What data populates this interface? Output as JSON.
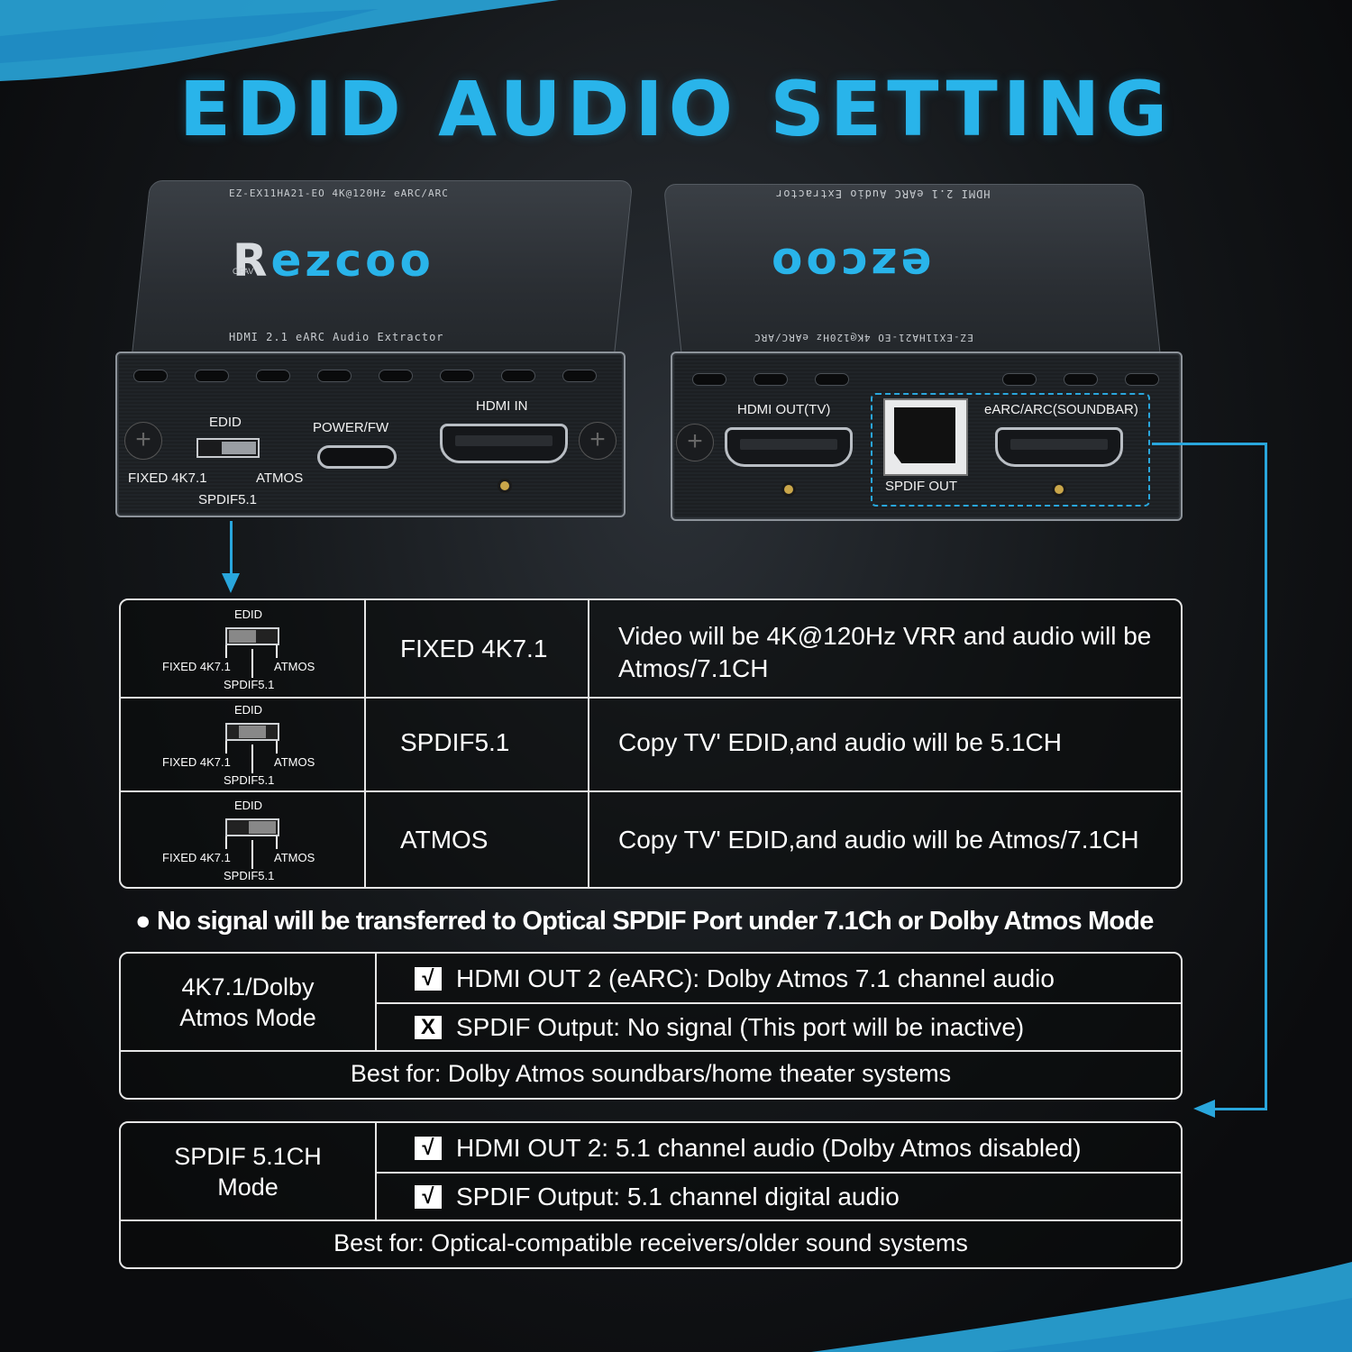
{
  "title": "EDID AUDIO SETTING",
  "colors": {
    "accent": "#29b4ea",
    "background": "#0e0f11",
    "border": "#e6e6e6"
  },
  "device_left": {
    "model_line": "EZ-EX11HA21-EO   4K@120Hz   eARC/ARC",
    "brand": "ezcoo",
    "brand_prefix": "R",
    "brand_sub": "OFAV",
    "product_line": "HDMI 2.1 eARC Audio Extractor",
    "edid_label": "EDID",
    "fixed_label": "FIXED 4K7.1",
    "atmos_label": "ATMOS",
    "spdif_label": "SPDIF5.1",
    "power_label": "POWER/FW",
    "hdmi_in_label": "HDMI IN"
  },
  "device_right": {
    "model_line_flipped": "HDMI 2.1 eARC Audio Extractor",
    "model_line_bottom": "EZ-EX11HA21-EO   4K@120Hz   eARC/ARC",
    "brand": "ezcoo",
    "hdmi_out_label": "HDMI OUT(TV)",
    "earc_label": "eARC/ARC(SOUNDBAR)",
    "spdif_out_label": "SPDIF OUT"
  },
  "edid_table": {
    "rows": [
      {
        "switch_label": "EDID",
        "left": "FIXED 4K7.1",
        "right": "ATMOS",
        "bottom": "SPDIF5.1",
        "mode": "FIXED 4K7.1",
        "knob": "left",
        "description": "Video will be 4K@120Hz VRR and audio will be Atmos/7.1CH"
      },
      {
        "switch_label": "EDID",
        "left": "FIXED 4K7.1",
        "right": "ATMOS",
        "bottom": "SPDIF5.1",
        "mode": "SPDIF5.1",
        "knob": "middle",
        "description": "Copy TV' EDID,and audio will be 5.1CH"
      },
      {
        "switch_label": "EDID",
        "left": "FIXED 4K7.1",
        "right": "ATMOS",
        "bottom": "SPDIF5.1",
        "mode": "ATMOS",
        "knob": "right",
        "description": "Copy TV' EDID,and audio will be Atmos/7.1CH"
      }
    ]
  },
  "note": "● No signal will be transferred to Optical SPDIF Port under 7.1Ch or Dolby Atmos Mode",
  "mode_tables": [
    {
      "title_line1": "4K7.1/Dolby",
      "title_line2": "Atmos Mode",
      "features": [
        {
          "mark": "√",
          "text": "HDMI OUT 2 (eARC): Dolby Atmos 7.1 channel audio"
        },
        {
          "mark": "X",
          "text": "SPDIF Output: No signal (This port will be inactive)"
        }
      ],
      "best_for": "Best for: Dolby Atmos soundbars/home theater systems"
    },
    {
      "title_line1": "SPDIF 5.1CH",
      "title_line2": "Mode",
      "features": [
        {
          "mark": "√",
          "text": "HDMI OUT 2: 5.1 channel audio (Dolby Atmos disabled)"
        },
        {
          "mark": "√",
          "text": "SPDIF Output: 5.1 channel digital audio"
        }
      ],
      "best_for": "Best for: Optical-compatible receivers/older sound systems"
    }
  ]
}
